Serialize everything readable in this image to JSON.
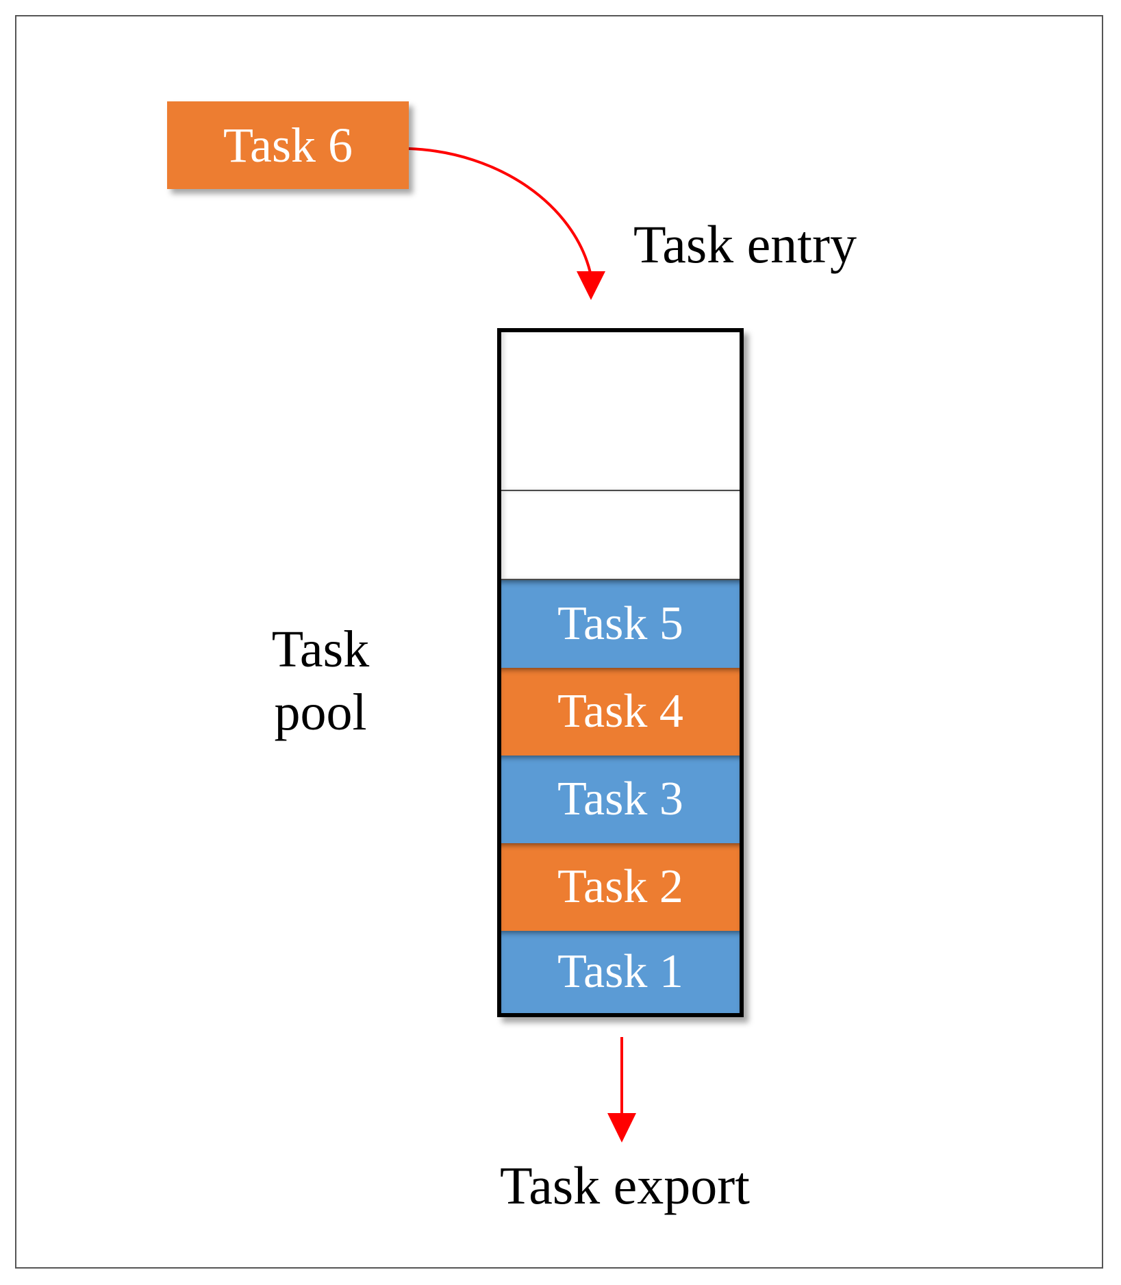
{
  "colors": {
    "task_orange": "#ED7D31",
    "task_blue": "#5B9BD5",
    "arrow_red": "#FF0000"
  },
  "incoming_task": {
    "label": "Task 6",
    "color": "orange"
  },
  "labels": {
    "entry": "Task entry",
    "pool_line1": "Task",
    "pool_line2": "pool",
    "export": "Task export"
  },
  "pool": {
    "empty_slots": 2,
    "tasks": [
      {
        "label": "Task 5",
        "color": "blue"
      },
      {
        "label": "Task 4",
        "color": "orange"
      },
      {
        "label": "Task 3",
        "color": "blue"
      },
      {
        "label": "Task 2",
        "color": "orange"
      },
      {
        "label": "Task 1",
        "color": "blue"
      }
    ]
  }
}
